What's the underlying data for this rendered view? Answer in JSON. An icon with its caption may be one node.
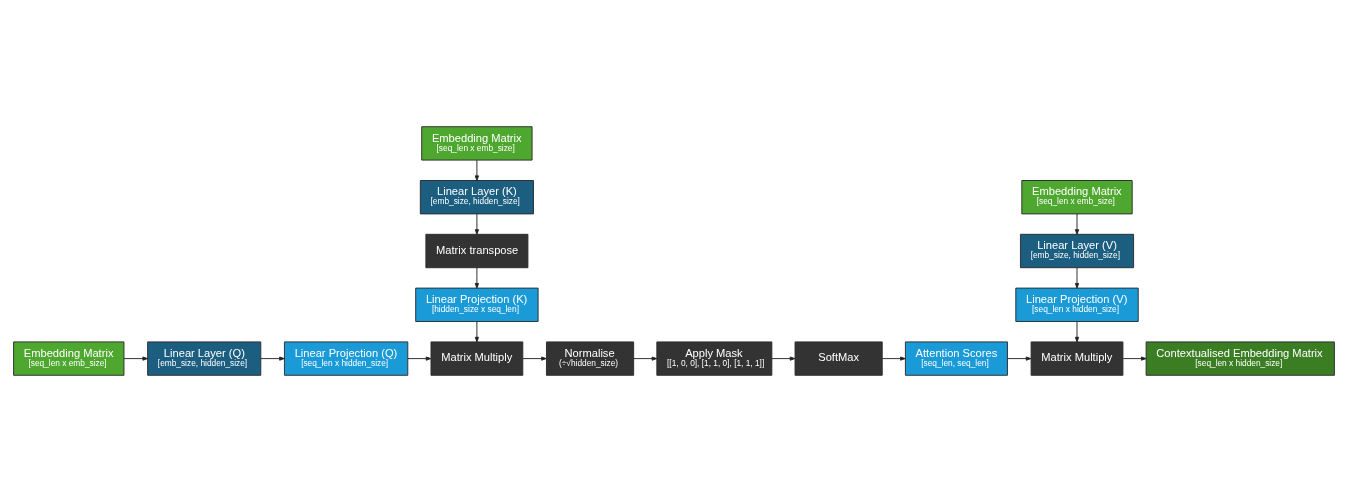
{
  "diagram": {
    "nodes": [
      {
        "text": [
          "Embedding Matrix",
          "[seq_len x emb_size]"
        ]
      },
      {
        "text": [
          "Linear Layer (Q)",
          "[emb_size, hidden_size]"
        ]
      },
      {
        "text": [
          "Linear Projection (Q)",
          "[seq_len x hidden_size]"
        ]
      },
      {
        "text": [
          "Embedding Matrix",
          "[seq_len x emb_size]"
        ]
      },
      {
        "text": [
          "Linear Layer (K)",
          "[emb_size, hidden_size]"
        ]
      },
      {
        "text": [
          "Matrix transpose"
        ]
      },
      {
        "text": [
          "Linear Projection (K)",
          "[hidden_size x seq_len]"
        ]
      },
      {
        "text": [
          "Matrix Multiply"
        ]
      },
      {
        "text": [
          "Normalise",
          "(÷√hidden_size)"
        ]
      },
      {
        "text": [
          "Apply Mask",
          "[[1, 0, 0], [1, 1, 0], [1, 1, 1]]"
        ]
      },
      {
        "text": [
          "SoftMax"
        ]
      },
      {
        "text": [
          "Attention Scores",
          "[seq_len, seq_len]"
        ]
      },
      {
        "text": [
          "Embedding Matrix",
          "[seq_len x emb_size]"
        ]
      },
      {
        "text": [
          "Linear Layer (V)",
          "[emb_size, hidden_size]"
        ]
      },
      {
        "text": [
          "Linear Projection (V)",
          "[seq_len x hidden_size]"
        ]
      },
      {
        "text": [
          "Matrix Multiply"
        ]
      },
      {
        "text": [
          "Contextualised Embedding Matrix",
          "[seq_len x hidden_size]"
        ]
      }
    ],
    "edges": [
      {
        "from": 0,
        "to": 1,
        "arrow": "to"
      },
      {
        "from": 1,
        "to": 2,
        "arrow": "to"
      },
      {
        "from": 2,
        "to": 7,
        "arrow": "to"
      },
      {
        "from": 3,
        "to": 4,
        "arrow": "to"
      },
      {
        "from": 4,
        "to": 5,
        "arrow": "to"
      },
      {
        "from": 5,
        "to": 6,
        "arrow": "to"
      },
      {
        "from": 6,
        "to": 7,
        "arrow": "to"
      },
      {
        "from": 7,
        "to": 8,
        "arrow": "to"
      },
      {
        "from": 8,
        "to": 9,
        "arrow": "to"
      },
      {
        "from": 9,
        "to": 10,
        "arrow": "to"
      },
      {
        "from": 10,
        "to": 11,
        "arrow": "to"
      },
      {
        "from": 11,
        "to": 15,
        "arrow": "to"
      },
      {
        "from": 12,
        "to": 13,
        "arrow": "to"
      },
      {
        "from": 13,
        "to": 14,
        "arrow": "to"
      },
      {
        "from": 14,
        "to": 15,
        "arrow": "to"
      },
      {
        "from": 15,
        "to": 16,
        "arrow": "to"
      }
    ]
  }
}
